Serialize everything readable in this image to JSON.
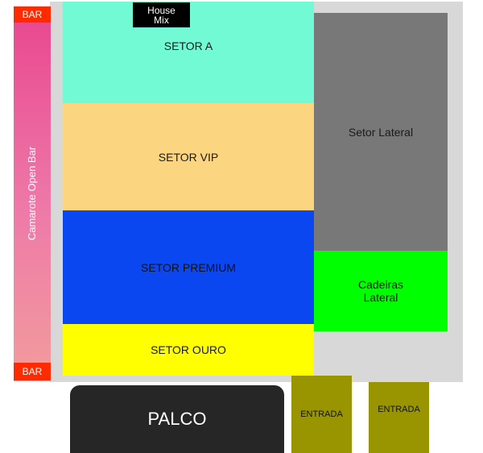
{
  "camarote": {
    "label": "Camarote Open Bar",
    "color": "#e8468f"
  },
  "bar": {
    "top": "BAR",
    "bottom": "BAR",
    "color": "#ff2a00"
  },
  "house_mix": {
    "line1": "House",
    "line2": "Mix"
  },
  "sectors": {
    "a": {
      "label": "SETOR A",
      "color": "#72fad5"
    },
    "vip": {
      "label": "SETOR VIP",
      "color": "#fcd580"
    },
    "premium": {
      "label": "SETOR PREMIUM",
      "color": "#0a47f0"
    },
    "ouro": {
      "label": "SETOR OURO",
      "color": "#ffff00"
    },
    "lateral": {
      "label": "Setor Lateral",
      "color": "#787878"
    },
    "cadeiras": {
      "line1": "Cadeiras",
      "line2": "Lateral",
      "color": "#00ff00"
    }
  },
  "palco": {
    "label": "PALCO",
    "color": "#262626"
  },
  "entradas": [
    {
      "label": "ENTRADA"
    },
    {
      "label": "ENTRADA"
    }
  ]
}
